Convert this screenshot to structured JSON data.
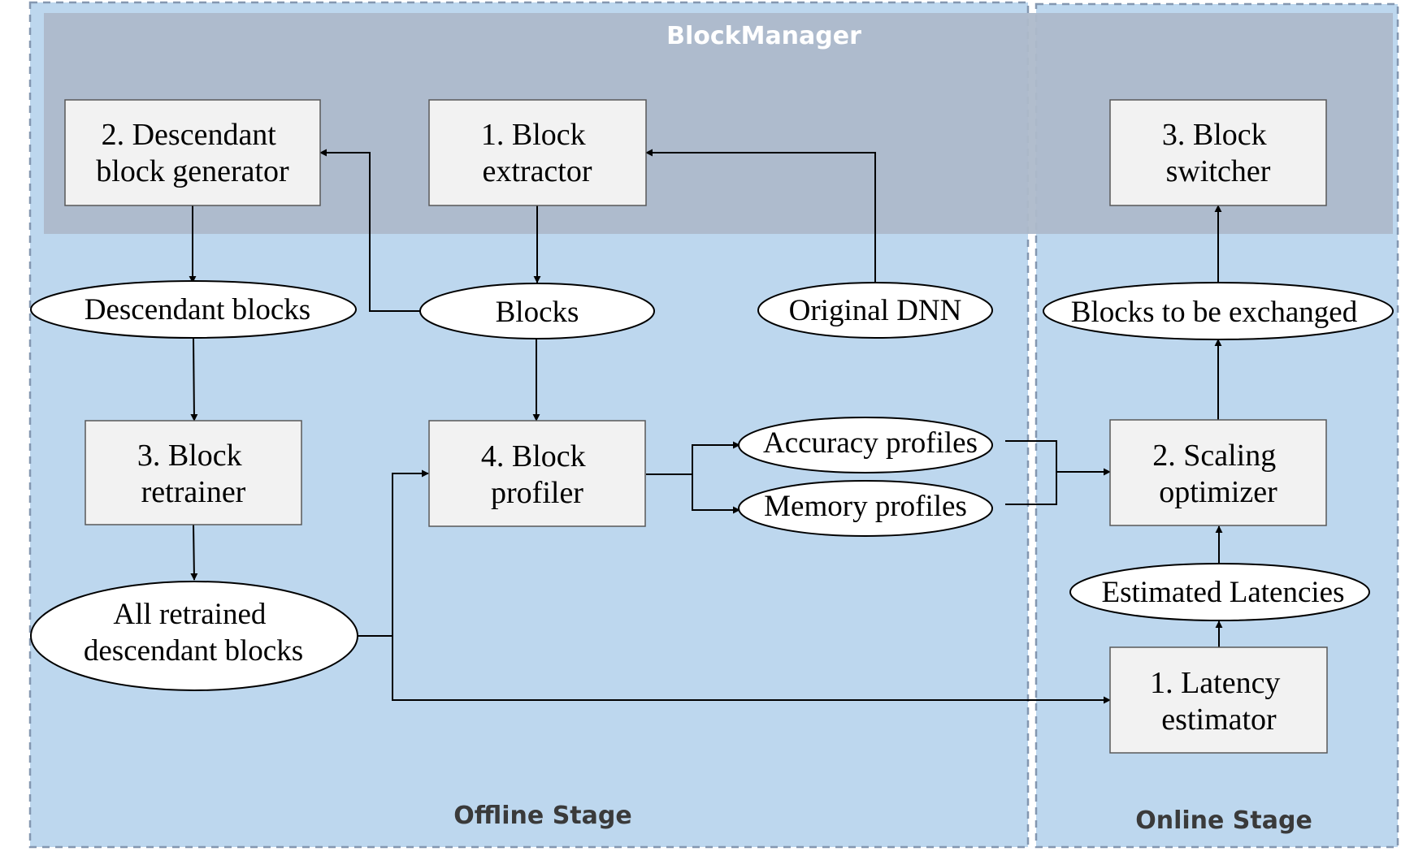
{
  "regions": {
    "offline": {
      "title": "Offline Stage"
    },
    "online": {
      "title": "Online Stage"
    },
    "block_manager": {
      "title": "BlockManager"
    }
  },
  "boxes": {
    "descendant_generator": {
      "lines": [
        "2. Descendant",
        "block generator"
      ]
    },
    "block_extractor": {
      "lines": [
        "1. Block",
        "extractor"
      ]
    },
    "block_switcher": {
      "lines": [
        "3. Block",
        "switcher"
      ]
    },
    "block_retrainer": {
      "lines": [
        "3. Block",
        "retrainer"
      ]
    },
    "block_profiler": {
      "lines": [
        "4. Block",
        "profiler"
      ]
    },
    "scaling_optimizer": {
      "lines": [
        "2. Scaling",
        "optimizer"
      ]
    },
    "latency_estimator": {
      "lines": [
        "1. Latency",
        "estimator"
      ]
    }
  },
  "ellipses": {
    "descendant_blocks": {
      "lines": [
        "Descendant blocks"
      ]
    },
    "blocks": {
      "lines": [
        "Blocks"
      ]
    },
    "original_dnn": {
      "lines": [
        "Original DNN"
      ]
    },
    "blocks_to_exchange": {
      "lines": [
        "Blocks to be exchanged"
      ]
    },
    "accuracy_profiles": {
      "lines": [
        "Accuracy profiles"
      ]
    },
    "memory_profiles": {
      "lines": [
        "Memory profiles"
      ]
    },
    "estimated_latencies": {
      "lines": [
        "Estimated Latencies"
      ]
    },
    "all_retrained": {
      "lines": [
        "All retrained",
        "descendant blocks"
      ]
    }
  },
  "colors": {
    "stage_fill": "#bdd7ee",
    "stage_border": "#8497b0",
    "manager_fill": "#adb9ca",
    "box_fill": "#f2f2f2",
    "box_border": "#595959",
    "ellipse_fill": "#ffffff",
    "line": "#000000"
  }
}
